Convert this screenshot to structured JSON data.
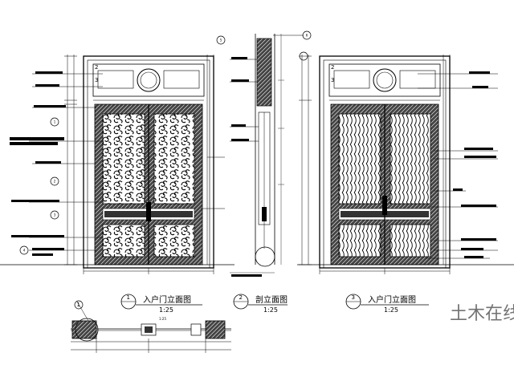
{
  "drawing": {
    "views": [
      {
        "number": "1",
        "title": "入户门立面图",
        "scale": "1:25"
      },
      {
        "number": "2",
        "title": "剖立面图",
        "scale": "1:25"
      },
      {
        "number": "3",
        "title": "入户门立面图",
        "scale": "1:25"
      }
    ],
    "plan": {
      "number": "1",
      "scale": "1:25"
    },
    "watermark": "土木在线",
    "callout_markers": [
      "1",
      "2",
      "3",
      "4",
      "5",
      "6"
    ],
    "panel_marks": [
      "2",
      "3"
    ]
  },
  "colors": {
    "line": "#000000",
    "dark": "#222222",
    "mid": "#555555",
    "watermark": "#c8c8c8"
  }
}
